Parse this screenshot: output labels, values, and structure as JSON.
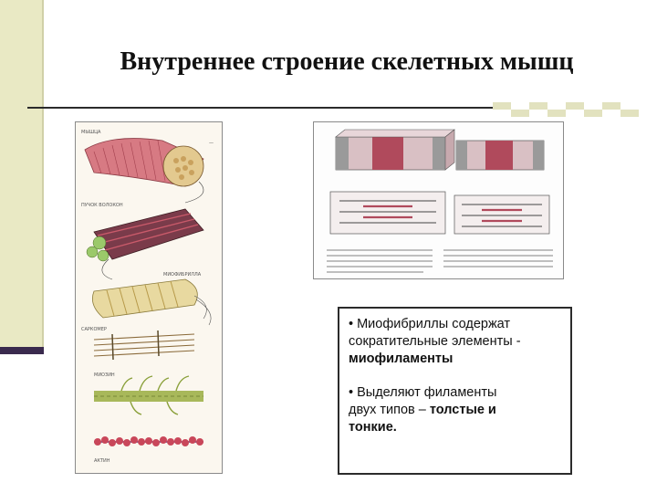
{
  "title": "Внутреннее строение скелетных мышц",
  "bullets": [
    {
      "line1": "• Миофибриллы содержат",
      "line2": "сократительные элементы  -",
      "line3": "миофиламенты"
    },
    {
      "line1": "• Выделяют филаменты",
      "line2_a": "двух типов – ",
      "line2_b": "толстые и",
      "line3": "тонкие."
    }
  ],
  "colors": {
    "left_bar": "#e9e9c4",
    "accent": "#3a2a4e",
    "muscle_red": "#c9475a",
    "muscle_pink": "#e6a3ab",
    "fibril_yellow": "#e8d9a0",
    "filament_green": "#a8b85a"
  }
}
